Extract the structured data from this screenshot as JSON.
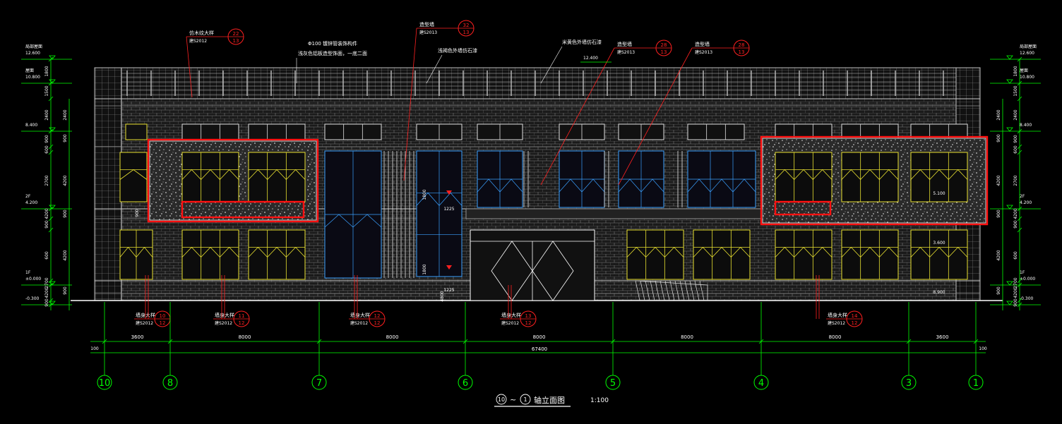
{
  "colors": {
    "background": "#000000",
    "wall": "#8a8a8a",
    "wall_dark": "#5a5a5a",
    "dim_line": "#00ff00",
    "annotation": "#ff2020",
    "window_yellow": "#e8e030",
    "glass_blue": "#3aa0ff",
    "text_white": "#ffffff",
    "highlight_box": "#ff1010"
  },
  "title": {
    "axis_from": "10",
    "separator": "~",
    "axis_to": "1",
    "label": "轴立面图",
    "scale": "1:100"
  },
  "levels_left": [
    {
      "name": "局部屋面",
      "value": "12.600"
    },
    {
      "name": "屋面",
      "value": "10.800"
    },
    {
      "name": "",
      "value": "8.400"
    },
    {
      "name": "2F",
      "value": "4.200"
    },
    {
      "name": "1F",
      "value": "±0.000"
    },
    {
      "name": "",
      "value": "-0.300"
    }
  ],
  "levels_right": [
    {
      "name": "局部屋面",
      "value": "12.600"
    },
    {
      "name": "屋面",
      "value": "10.800"
    },
    {
      "name": "",
      "value": "8.400"
    },
    {
      "name": "2F",
      "value": "4.200"
    },
    {
      "name": "1F",
      "value": "±0.000"
    },
    {
      "name": "",
      "value": "-0.300"
    }
  ],
  "vertical_dims_left": [
    "1800",
    "1500",
    "2400",
    "900",
    "600",
    "2700",
    "4200",
    "900",
    "600",
    "2700",
    "4200",
    "900",
    "300"
  ],
  "vertical_dims_right": [
    "1800",
    "1500",
    "2400",
    "900",
    "600",
    "2700",
    "4200",
    "900",
    "600",
    "2700",
    "4200",
    "900",
    "300"
  ],
  "axes": [
    "10",
    "8",
    "7",
    "6",
    "5",
    "4",
    "3",
    "1"
  ],
  "bay_dims": [
    "3600",
    "8000",
    "8000",
    "8000",
    "8000",
    "8000",
    "3600"
  ],
  "end_dims": [
    "100",
    "100"
  ],
  "total_dim": "67400",
  "top_annotations": [
    {
      "text": "仿木纹大样",
      "ref_top": "22",
      "ref_bot": "13",
      "sheet": "建S2012"
    },
    {
      "text": "造型墙",
      "ref_top": "32",
      "ref_bot": "13",
      "sheet": "建S2013"
    },
    {
      "text": "造型墙",
      "ref_top": "28",
      "ref_bot": "13",
      "sheet": "建S2013"
    },
    {
      "text": "造型墙",
      "ref_top": "28",
      "ref_bot": "13",
      "sheet": "建S2013"
    }
  ],
  "material_notes": [
    "Φ100 镀锌管装饰构件",
    "浅灰色铝板造型饰面，一底二面",
    "浅褐色外墙仿石漆",
    "米黄色外墙仿石漆"
  ],
  "top_level_mid": "12.400",
  "bottom_annotations": [
    {
      "text": "墙身大样",
      "ref_top": "10",
      "ref_bot": "12",
      "sheet": "建S2012"
    },
    {
      "text": "墙身大样",
      "ref_top": "11",
      "ref_bot": "12",
      "sheet": "建S2012"
    },
    {
      "text": "墙身大样",
      "ref_top": "12",
      "ref_bot": "12",
      "sheet": "建S2012"
    },
    {
      "text": "墙身大样",
      "ref_top": "13",
      "ref_bot": "12",
      "sheet": "建S2012"
    },
    {
      "text": "墙身大样",
      "ref_top": "14",
      "ref_bot": "12",
      "sheet": "建S2012"
    }
  ],
  "inner_dims": [
    "1225",
    "1225",
    "1800",
    "1800"
  ],
  "inner_levels": [
    "5.100",
    "3.600",
    "8.900"
  ],
  "misc_marks": [
    "900",
    "4800"
  ]
}
